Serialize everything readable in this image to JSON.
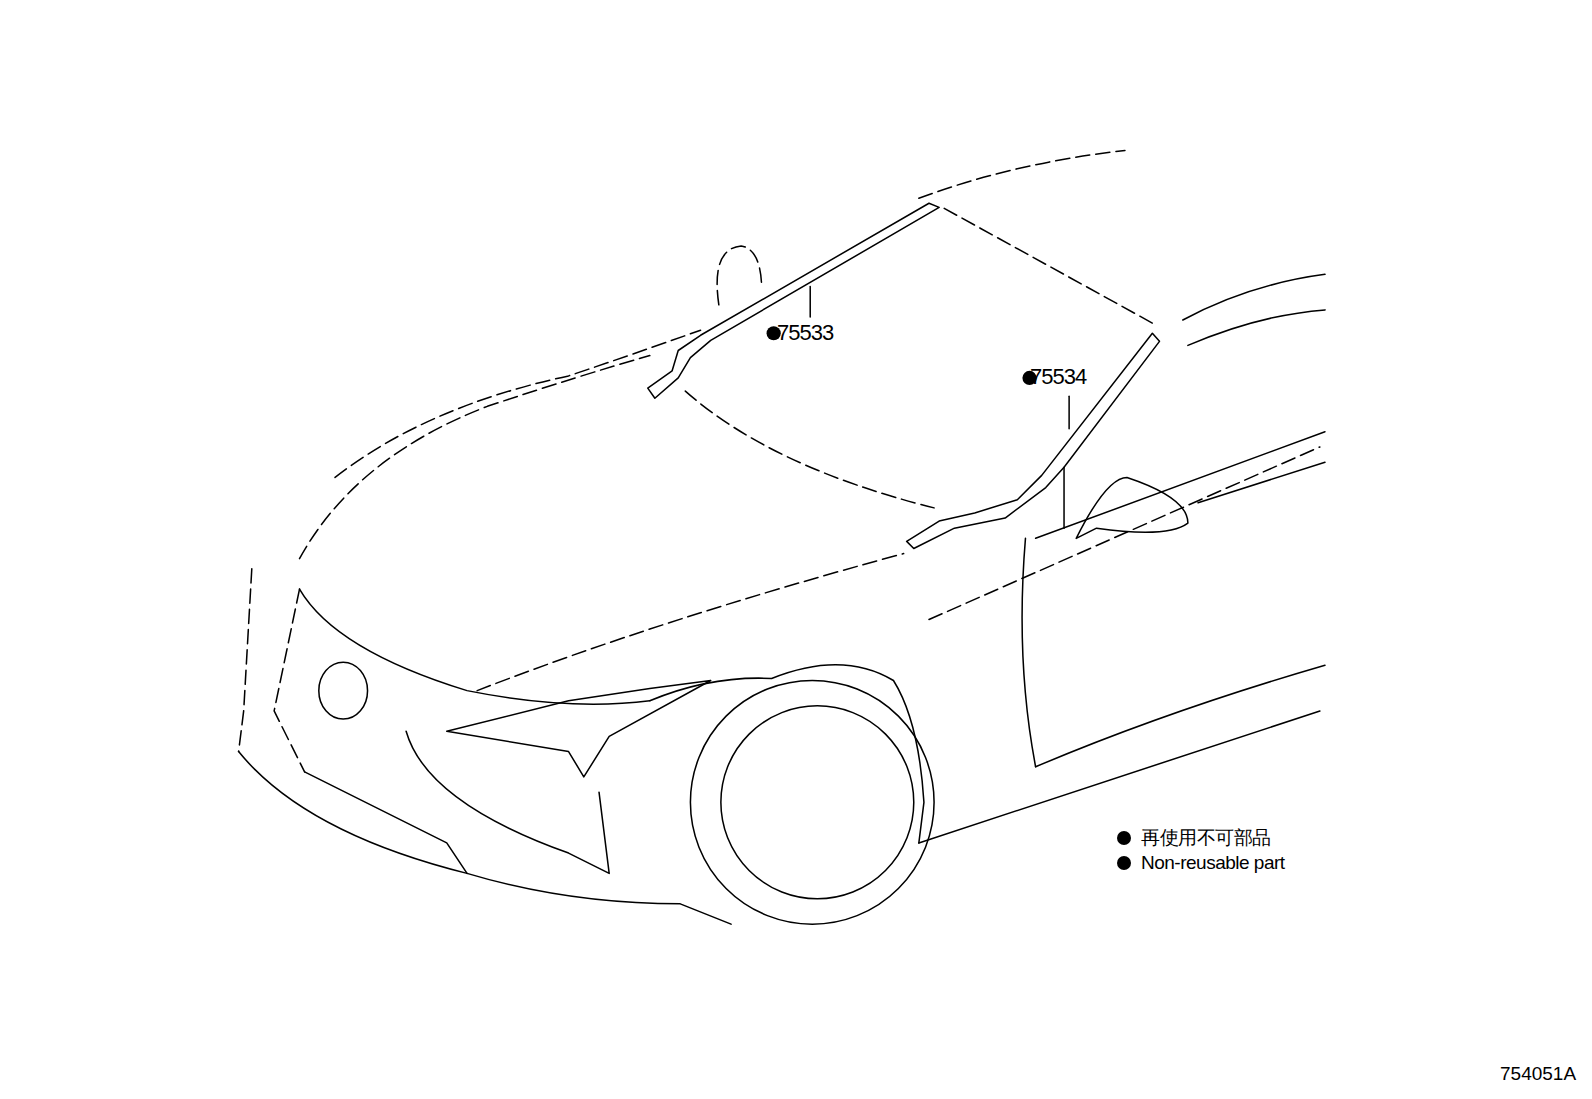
{
  "diagram": {
    "labels": [
      "75533",
      "75534",
      "754051A"
    ],
    "legend": [
      {
        "text": "再使用不可部品",
        "color": "#000000"
      },
      {
        "text": "Non-reusable part",
        "color": "#000000"
      }
    ]
  }
}
